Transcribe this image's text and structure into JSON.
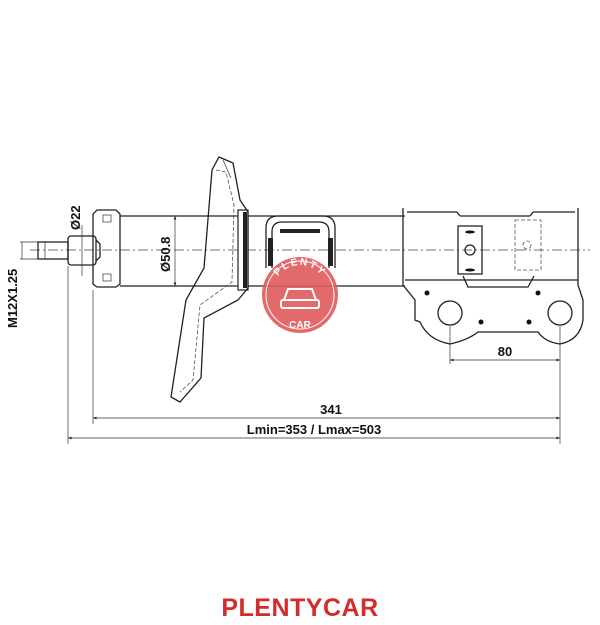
{
  "drawing": {
    "labels": {
      "thread": "M12X1.25",
      "rod_diameter": "Ø22",
      "body_diameter": "Ø50.8",
      "hole_spacing": "80",
      "length": "341",
      "stroke": "Lmin=353 / Lmax=503"
    }
  },
  "watermark": {
    "top": "PLENTY",
    "bottom": "CAR",
    "color": "#e05a5a"
  },
  "brand": {
    "name": "PLENTYCAR",
    "color": "#d42b2b"
  }
}
